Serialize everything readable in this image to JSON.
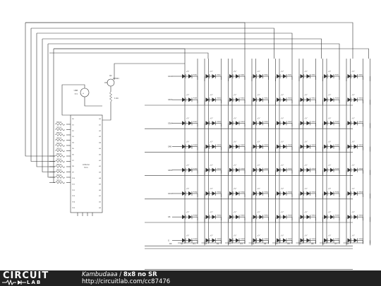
{
  "footer": {
    "logo_top": "CIRCUIT",
    "logo_bottom": "LAB",
    "author": "Kambudaaa",
    "separator": " / ",
    "circuit_name": "8x8 no SR",
    "url": "http://circuitlab.com/cc87476"
  },
  "schematic": {
    "source_label": "USB",
    "source_value": "5 V",
    "transistor_ref": "Q1",
    "transistor_part": "2N3904",
    "pot_value": "1 kΩ",
    "mcu_label": "Arduino",
    "mcu_sub": "Uno",
    "resistor_value": "300 Ω",
    "row_labels": [
      "G1b4",
      "G4b4",
      "G5b4",
      "G4B",
      "G4b4",
      "G1b2",
      "G6",
      "G"
    ],
    "col_labels": [
      "R0",
      "G1",
      "R1",
      "G2",
      "R2",
      "G3",
      "R3",
      "G4",
      "R4",
      "G5",
      "R5",
      "G6",
      "R6",
      "G7",
      "R7",
      "G8"
    ],
    "led_prefix": "RGB"
  },
  "colors": {
    "wire": "#333333",
    "footer_bg": "#222222",
    "footer_text": "#ffffff"
  }
}
